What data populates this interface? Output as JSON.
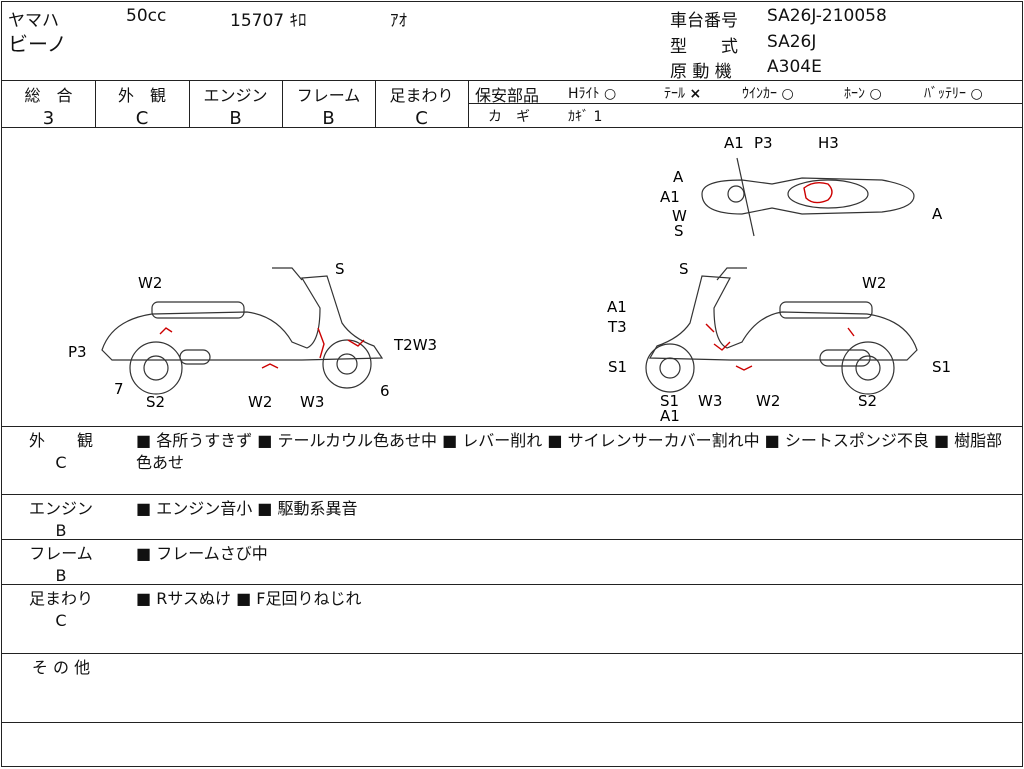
{
  "header": {
    "maker": "ヤマハ",
    "displacement": "50cc",
    "mileage": "15707 ｷﾛ",
    "color": "ｱｵ",
    "model_name": "ビーノ",
    "frame_no_label": "車台番号",
    "frame_no": "SA26J-210058",
    "type_label": "型　　式",
    "type": "SA26J",
    "engine_label": "原 動 機",
    "engine": "A304E"
  },
  "grades": {
    "overall_label": "総　合",
    "overall": "3",
    "exterior_label": "外　観",
    "exterior": "C",
    "engine_label": "エンジン",
    "engine": "B",
    "frame_label": "フレーム",
    "frame": "B",
    "suspension_label": "足まわり",
    "suspension": "C"
  },
  "safety": {
    "label": "保安部品",
    "items": [
      {
        "name": "Hﾗｲﾄ",
        "mark": "○"
      },
      {
        "name": "ﾃｰﾙ",
        "mark": "×"
      },
      {
        "name": "ｳｲﾝｶｰ",
        "mark": "○"
      },
      {
        "name": "ﾎｰﾝ",
        "mark": "○"
      },
      {
        "name": "ﾊﾞｯﾃﾘｰ",
        "mark": "○"
      }
    ],
    "key_label": "カ　ギ",
    "key_value": "ｶｷﾞ 1"
  },
  "diagram": {
    "top_labels": {
      "A1a": "A1",
      "P3": "P3",
      "H3": "H3",
      "A": "A",
      "A1b": "A1",
      "W": "W",
      "S": "S",
      "Ar": "A"
    },
    "left_labels": {
      "S": "S",
      "W2": "W2",
      "P3": "P3",
      "T2W3": "T2W3",
      "n7": "7",
      "S2": "S2",
      "W2b": "W2",
      "W3": "W3",
      "n6": "6"
    },
    "right_labels": {
      "S": "S",
      "W2": "W2",
      "A1": "A1",
      "T3": "T3",
      "S1l": "S1",
      "S1r": "S1",
      "S1b": "S1",
      "A1b": "A1",
      "W3": "W3",
      "W2b": "W2",
      "S2": "S2"
    }
  },
  "sections": [
    {
      "label_a": "外　　観",
      "label_b": "C",
      "text": "■ 各所うすきず ■ テールカウル色あせ中 ■ レバー削れ ■ サイレンサーカバー割れ中 ■ シートスポンジ不良 ■ 樹脂部色あせ"
    },
    {
      "label_a": "エンジン",
      "label_b": "B",
      "text": "■ エンジン音小 ■ 駆動系異音"
    },
    {
      "label_a": "フレーム",
      "label_b": "B",
      "text": "■ フレームさび中"
    },
    {
      "label_a": "足まわり",
      "label_b": "C",
      "text": "■ Rサスぬけ ■ F足回りねじれ"
    },
    {
      "label_a": "そ の 他",
      "label_b": "",
      "text": ""
    }
  ]
}
